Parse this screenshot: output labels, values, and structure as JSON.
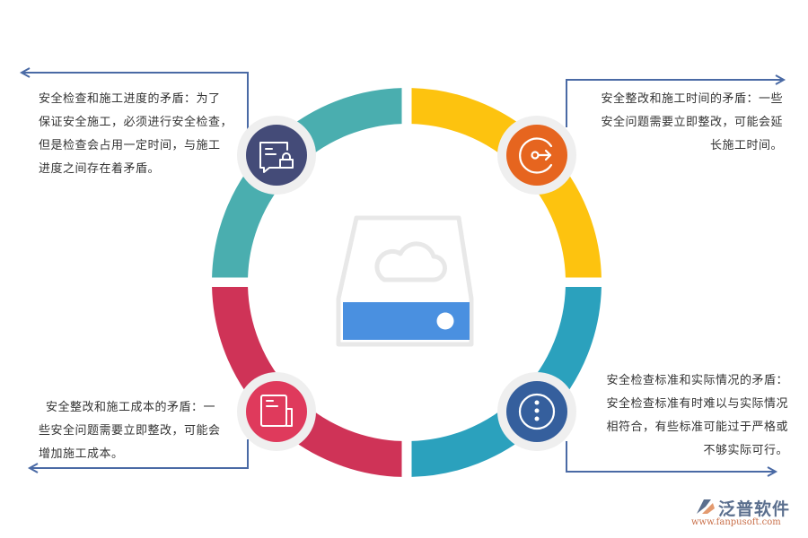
{
  "diagram": {
    "type": "circular-ring-4-segments",
    "colors": {
      "segment_top_left": "#4aaeaf",
      "segment_top_right": "#fdc30f",
      "segment_bottom_right": "#2ba1bd",
      "segment_bottom_left": "#cf3357",
      "icon_top_left": "#444b78",
      "icon_top_right": "#e6651f",
      "icon_bottom_right": "#355f9d",
      "icon_bottom_left": "#df3a5c",
      "icon_ring": "#efefef",
      "connector": "#4a6aa5",
      "center_icon_outline": "#e8e8e8",
      "center_icon_fill": "#4a90e0"
    },
    "center_icon": "cloud-storage-drive-icon",
    "items": [
      {
        "position": "top-left",
        "icon": "chat-lock-icon",
        "lines": [
          "安全检查和施工进度的矛盾：为了",
          "保证安全施工，必须进行安全检查，",
          "但是检查会占用一定时间，与施工",
          "进度之间存在着矛盾。"
        ]
      },
      {
        "position": "top-right",
        "icon": "key-exit-icon",
        "lines": [
          "安全整改和施工时间的矛盾：一些",
          "安全问题需要立即整改，可能会延",
          "长施工时间。"
        ]
      },
      {
        "position": "bottom-left",
        "icon": "document-icon",
        "lines": [
          "安全整改和施工成本的矛盾：一",
          "些安全问题需要立即整改，可能会",
          "增加施工成本。"
        ]
      },
      {
        "position": "bottom-right",
        "icon": "more-vertical-circle-icon",
        "lines": [
          "安全检查标准和实际情况的矛盾：",
          "安全检查标准有时难以与实际情况",
          "相符合，有些标准可能过于严格或",
          "不够实际可行。"
        ]
      }
    ]
  },
  "logo": {
    "name": "泛普软件",
    "url": "www.fanpusoft.com"
  }
}
